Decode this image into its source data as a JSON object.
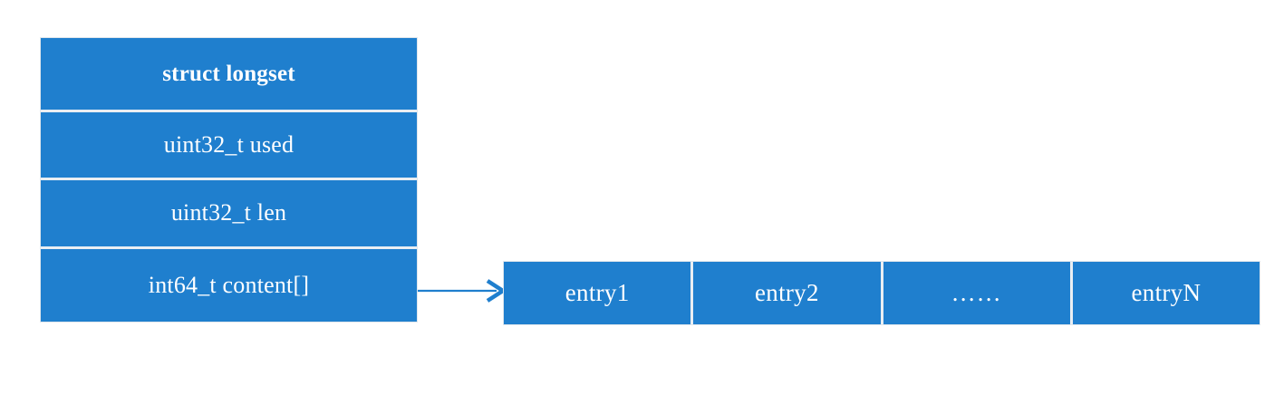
{
  "diagram": {
    "title": "struct longset memory layout",
    "colors": {
      "box_fill": "#1F7FCE",
      "box_text": "#FFFFFF",
      "divider": "#E9EEF3",
      "arrow": "#1F7FCE",
      "background": "#FFFFFF"
    },
    "struct_box": {
      "header": "struct longset",
      "fields": [
        {
          "label": "uint32_t used"
        },
        {
          "label": "uint32_t len"
        },
        {
          "label": "int64_t content[]"
        }
      ]
    },
    "connector": {
      "kind": "arrow-right",
      "from": "int64_t content[]",
      "to": "entry1"
    },
    "array_box": {
      "cells": [
        {
          "label": "entry1"
        },
        {
          "label": "entry2"
        },
        {
          "label": "……"
        },
        {
          "label": "entryN"
        }
      ]
    }
  }
}
